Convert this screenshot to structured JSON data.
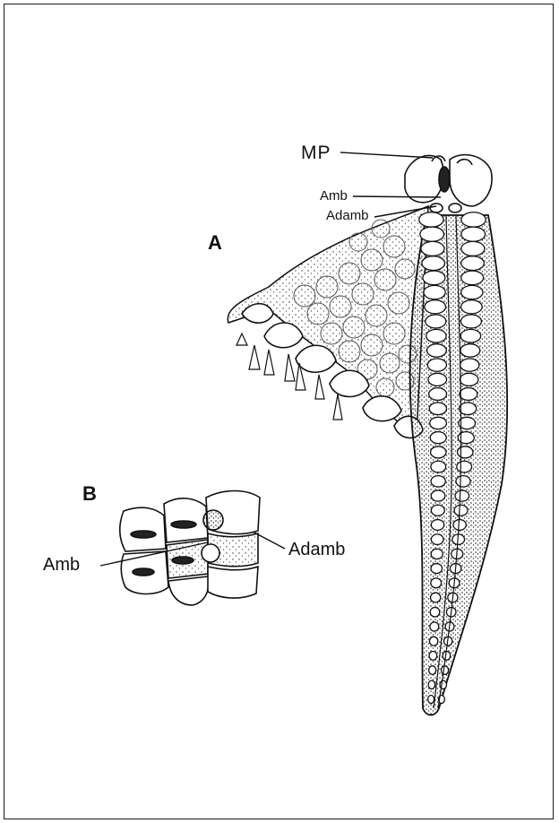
{
  "figure": {
    "panel_a": "A",
    "panel_b": "B",
    "labels": {
      "mp": "MP",
      "amb_a": "Amb",
      "adamb_a": "Adamb",
      "amb_b": "Amb",
      "adamb_b": "Adamb"
    }
  }
}
